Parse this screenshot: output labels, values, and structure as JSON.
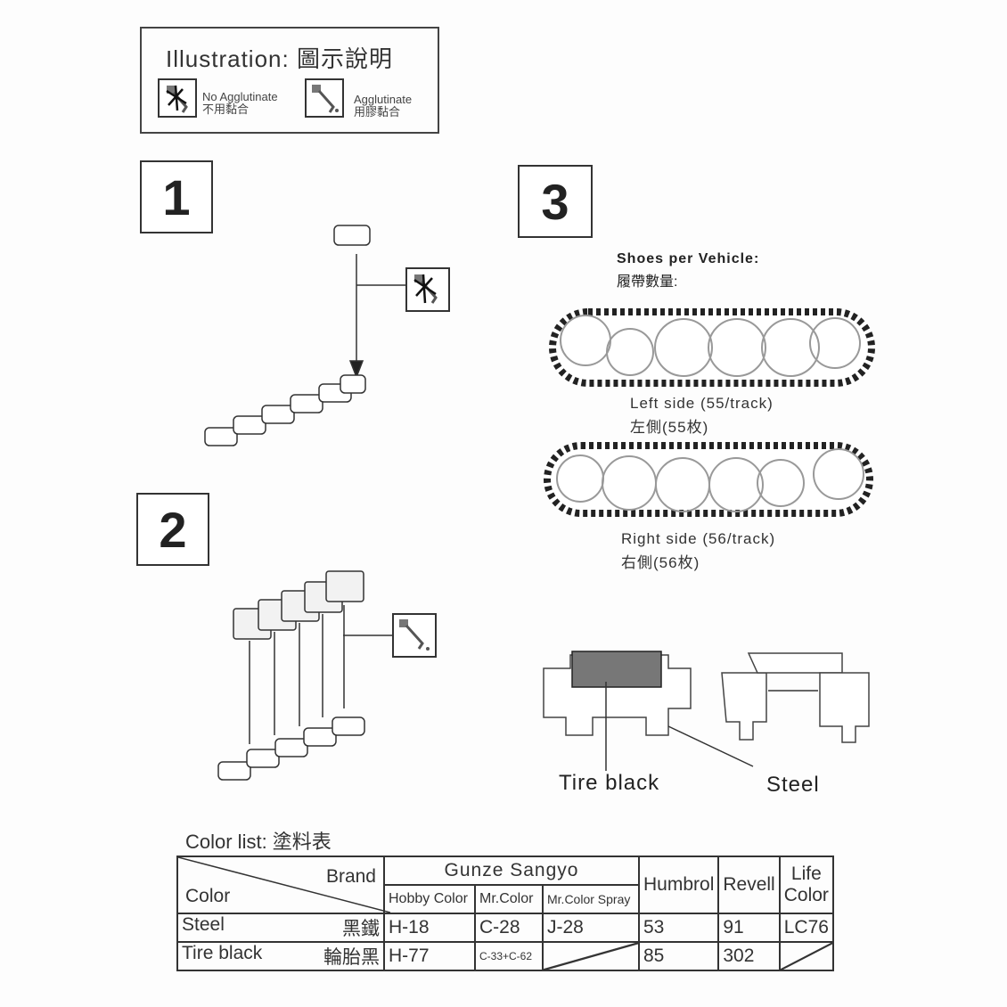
{
  "legend": {
    "title": "Illustration:  圖示說明",
    "no_glue": {
      "en": "No Agglutinate",
      "zh": "不用黏合"
    },
    "glue": {
      "en": "Agglutinate",
      "zh": "用膠黏合"
    }
  },
  "steps": {
    "s1": "1",
    "s2": "2",
    "s3": "3"
  },
  "step3": {
    "heading_en": "Shoes per Vehicle:",
    "heading_zh": "履帶數量:",
    "left_en": "Left side  (55/track)",
    "left_zh": "左側(55枚)",
    "right_en": "Right side  (56/track)",
    "right_zh": "右側(56枚)"
  },
  "callouts": {
    "tire": "Tire  black",
    "steel": "Steel"
  },
  "color_list": {
    "title": "Color list:  塗料表",
    "header": {
      "brand": "Brand",
      "color": "Color",
      "gunze": "Gunze Sangyo",
      "hobby": "Hobby Color",
      "mrcolor": "Mr.Color",
      "spray": "Mr.Color  Spray",
      "humbrol": "Humbrol",
      "revell": "Revell",
      "life1": "Life",
      "life2": "Color"
    },
    "rows": [
      {
        "name": "Steel",
        "zh": "黑鐵",
        "hobby": "H-18",
        "mrcolor": "C-28",
        "spray": "J-28",
        "humbrol": "53",
        "revell": "91",
        "life": "LC76"
      },
      {
        "name": "Tire  black",
        "zh": "輪胎黑",
        "hobby": "H-77",
        "mrcolor": "C-33+C-62",
        "spray": "",
        "humbrol": "85",
        "revell": "302",
        "life": ""
      }
    ]
  }
}
